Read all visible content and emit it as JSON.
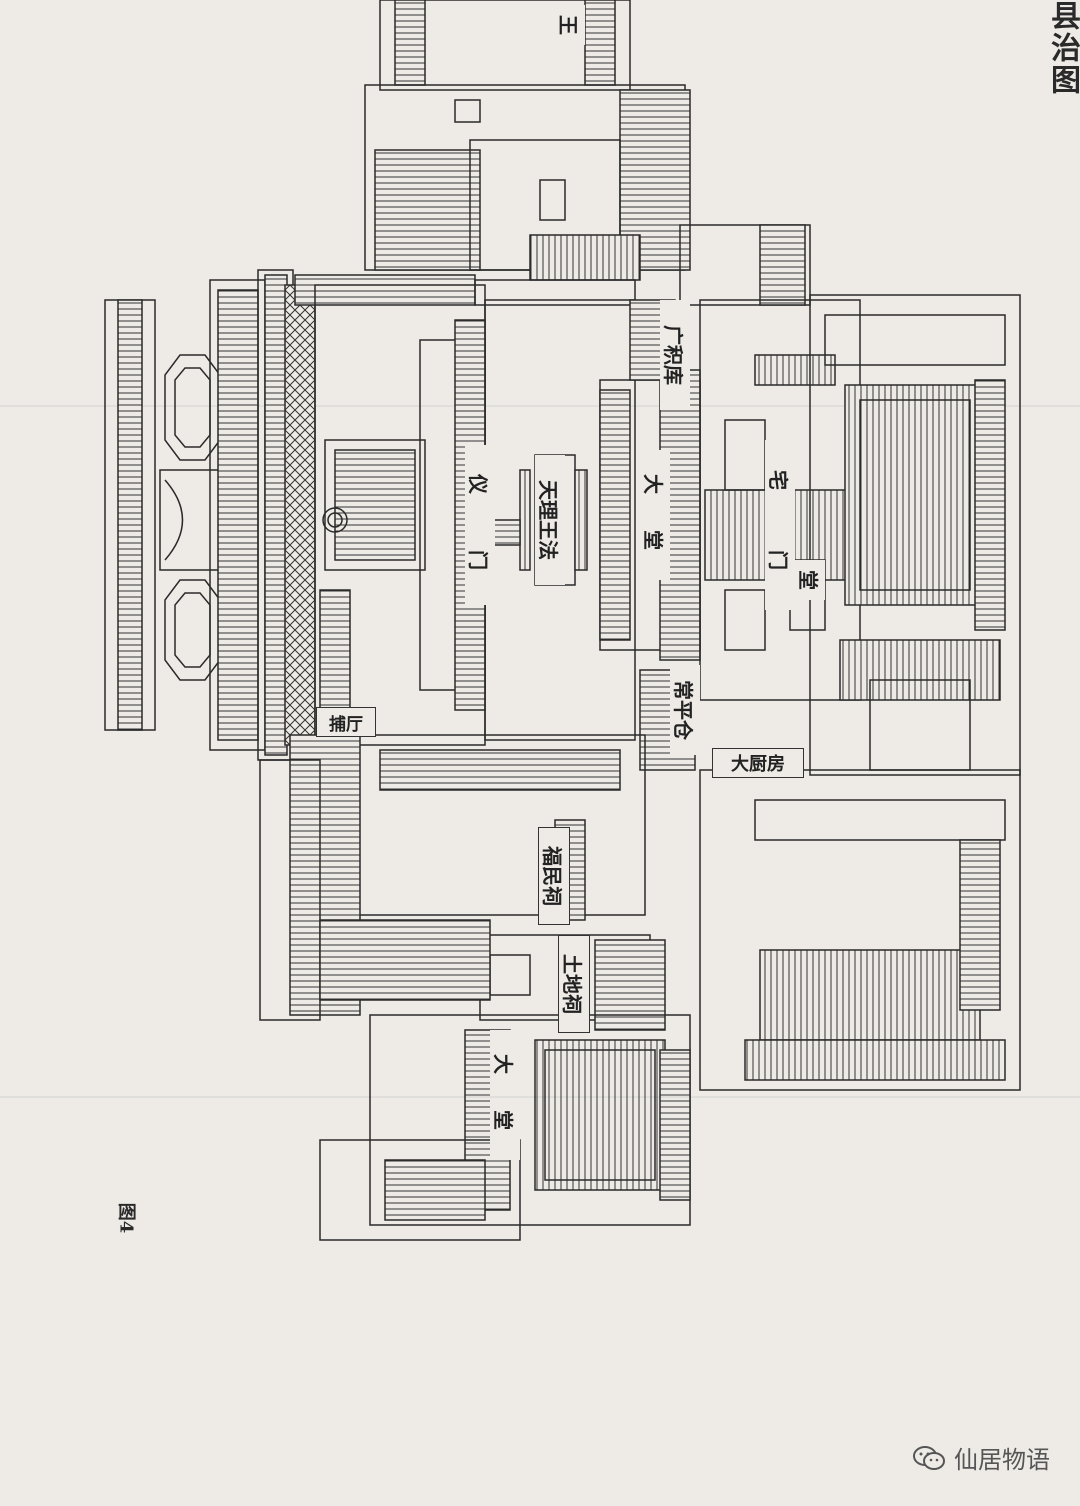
{
  "diagram": {
    "title": "县治图",
    "figure_number": "图4",
    "labels": {
      "wang": "王",
      "guang_ao_ku": "广积库",
      "tianli_wangfa": "天理王法",
      "da_tang_main": "大堂",
      "yi_men": "仪门",
      "zhai_men": "宅门",
      "tang": "堂",
      "bu_ting": "捕厅",
      "chang_ping_cang": "常平仓",
      "da_chu_fang": "大厨房",
      "fu_min_ci": "福民祠",
      "tu_di_ci": "土地祠",
      "da_tang_lower": "大堂"
    }
  },
  "watermark": {
    "text": "仙居物语",
    "icon": "wechat-icon"
  },
  "colors": {
    "paper": "#eeebe7",
    "ink": "#2a2a2a"
  }
}
